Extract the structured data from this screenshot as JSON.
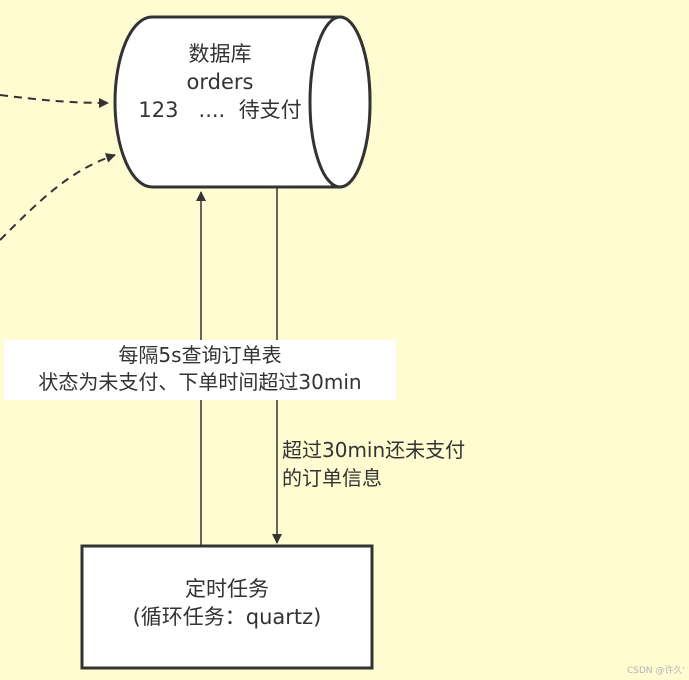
{
  "database": {
    "title": "数据库",
    "table": "orders",
    "row": "123   ....  待支付"
  },
  "scheduled_task": {
    "title": "定时任务",
    "subtitle": "(循环任务：quartz)"
  },
  "edges": {
    "query": {
      "line1": "每隔5s查询订单表",
      "line2": "状态为未支付、下单时间超过30min"
    },
    "result": {
      "line1": "超过30min还未支付",
      "line2": "的订单信息"
    }
  },
  "watermark": "CSDN @许久'",
  "colors": {
    "background": "#FFFCD2",
    "stroke": "#333333",
    "node_fill": "#FFFFFF"
  }
}
